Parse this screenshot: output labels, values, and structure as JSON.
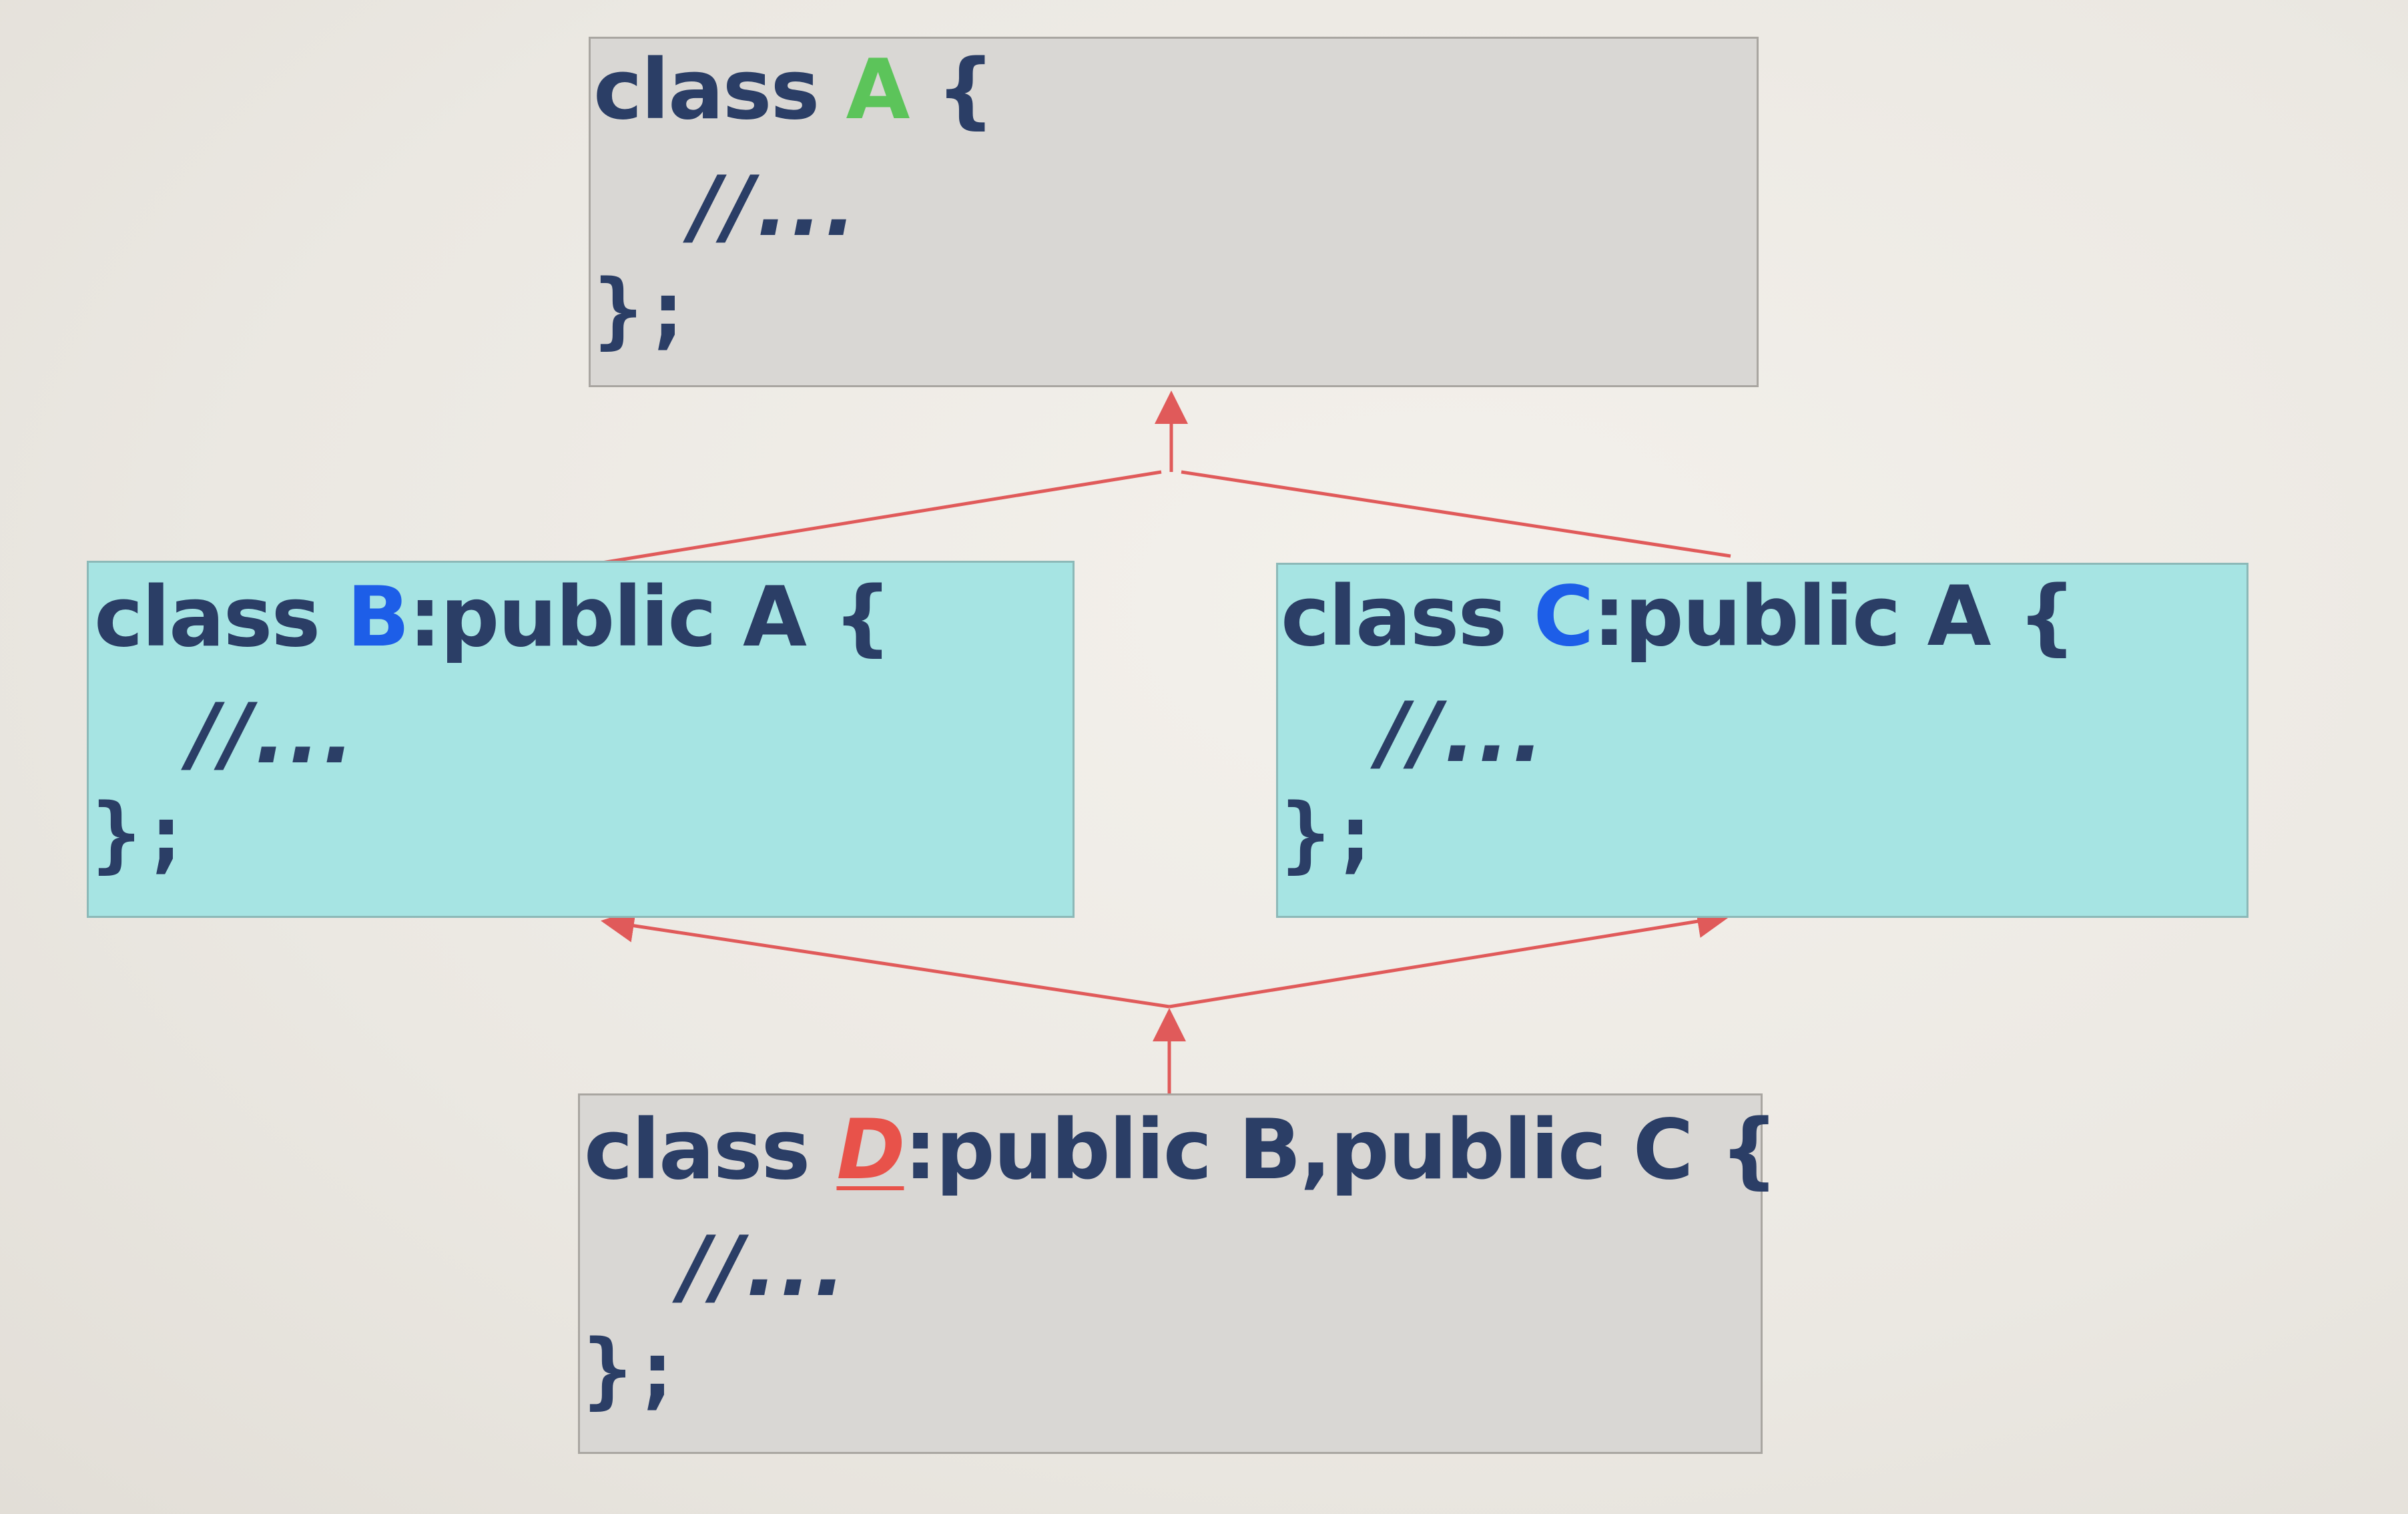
{
  "colors": {
    "text": "#2b3e66",
    "class_a": "#5cc45a",
    "class_b": "#1d5ee8",
    "class_c": "#1d5ee8",
    "class_d": "#e8524a",
    "arrow": "#e05a5a",
    "box_gray": "#d9d7d4",
    "box_teal": "#a6e4e3"
  },
  "boxes": {
    "a": {
      "keyword": "class",
      "name": "A",
      "rest": " {",
      "comment": "//...",
      "close": "};"
    },
    "b": {
      "keyword": "class",
      "name": "B",
      "rest": ":public A {",
      "comment": "//...",
      "close": "};"
    },
    "c": {
      "keyword": "class",
      "name": "C",
      "rest": ":public A {",
      "comment": "//...",
      "close": "};"
    },
    "d": {
      "keyword": "class",
      "name": "D",
      "rest": ":public B,public C {",
      "comment": "//...",
      "close": "};"
    }
  },
  "edges": [
    {
      "from": "B",
      "to": "A"
    },
    {
      "from": "C",
      "to": "A"
    },
    {
      "from": "D",
      "to": "B"
    },
    {
      "from": "D",
      "to": "C"
    }
  ]
}
